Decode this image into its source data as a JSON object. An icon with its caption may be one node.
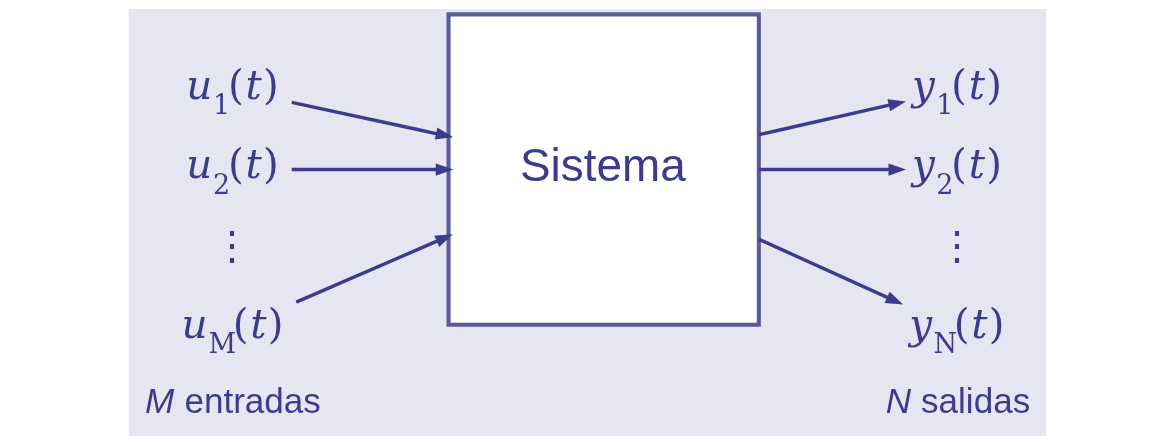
{
  "diagram": {
    "nodes": [
      {
        "text": [
          "*u*$_{1}$(*t*)"
        ]
      },
      {
        "text": [
          "*u*$_{2}$(*t*)"
        ]
      },
      {
        "text": [
          "*u*$_{M}$(*t*)"
        ]
      },
      {
        "text": [
          "Sistema"
        ]
      },
      {
        "text": [
          "*y*$_{1}$(*t*)"
        ]
      },
      {
        "text": [
          "*y*$_{2}$(*t*)"
        ]
      },
      {
        "text": [
          "*y*$_{N}$(*t*)"
        ]
      }
    ],
    "edges": [
      {
        "from": 0,
        "to": 3,
        "arrow": "to"
      },
      {
        "from": 1,
        "to": 3,
        "arrow": "to"
      },
      {
        "from": 2,
        "to": 3,
        "arrow": "to"
      },
      {
        "from": 3,
        "to": 4,
        "arrow": "to"
      },
      {
        "from": 3,
        "to": 5,
        "arrow": "to"
      },
      {
        "from": 3,
        "to": 6,
        "arrow": "to"
      }
    ],
    "labels": [
      "⋮",
      "⋮",
      "*M* entradas",
      "*N* salidas"
    ]
  }
}
